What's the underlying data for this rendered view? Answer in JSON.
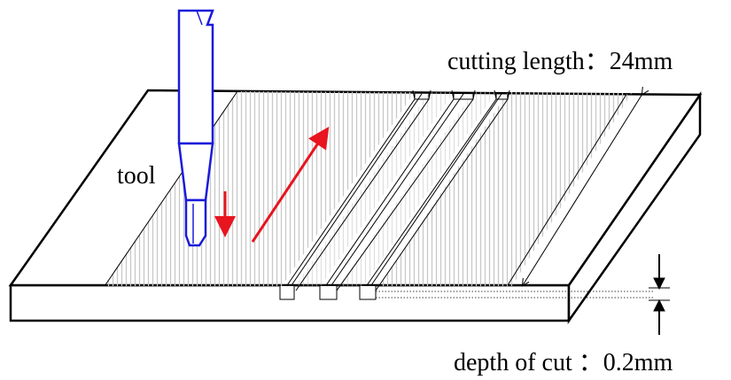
{
  "labels": {
    "cutting_length": "cutting length：24mm",
    "tool": "tool",
    "depth_of_cut": "depth of cut ：0.2mm"
  },
  "colors": {
    "tool_outline": "#1a1adb",
    "arrow": "#e8141e",
    "hatch": "#c8c8c8",
    "outline": "#000000"
  }
}
